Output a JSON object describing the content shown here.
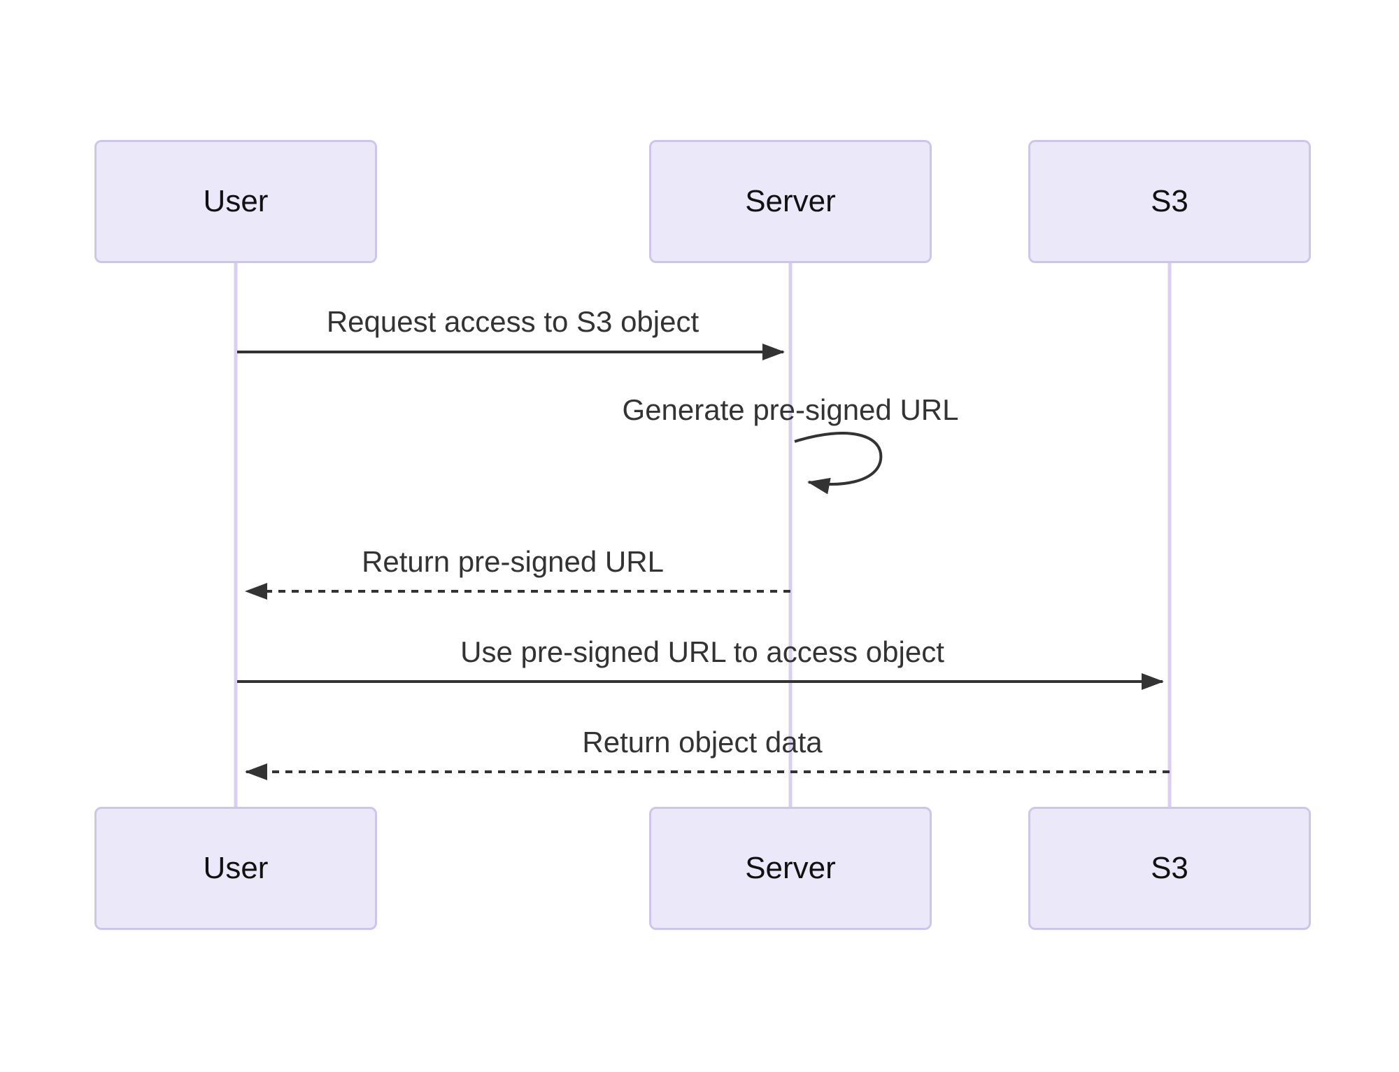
{
  "diagram": {
    "type": "sequence-diagram",
    "actors": [
      {
        "id": "user",
        "label": "User"
      },
      {
        "id": "server",
        "label": "Server"
      },
      {
        "id": "s3",
        "label": "S3"
      }
    ],
    "messages": [
      {
        "from": "user",
        "to": "server",
        "style": "solid-arrow",
        "label": "Request access to S3 object"
      },
      {
        "from": "server",
        "to": "server",
        "style": "self-loop",
        "label": "Generate pre-signed URL"
      },
      {
        "from": "server",
        "to": "user",
        "style": "dashed-arrow",
        "label": "Return pre-signed URL"
      },
      {
        "from": "user",
        "to": "s3",
        "style": "solid-arrow",
        "label": "Use pre-signed URL to access object"
      },
      {
        "from": "s3",
        "to": "user",
        "style": "dashed-arrow",
        "label": "Return object data"
      }
    ],
    "colors": {
      "background": "#FFFFFF",
      "actor_fill": "#EBE8FA",
      "actor_border": "#CFC5EA",
      "actor_text": "#111111",
      "lifeline": "#D9CFF1",
      "message_line": "#333333",
      "message_text": "#333333"
    }
  }
}
